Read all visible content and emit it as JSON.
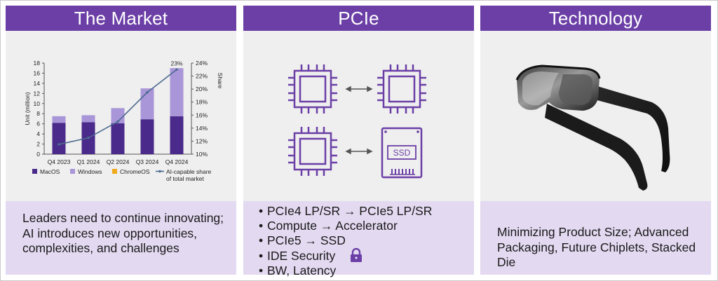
{
  "panels": {
    "market": {
      "title": "The Market",
      "description": "Leaders need to continue innovating; AI introduces new opportunities, complexities, and challenges"
    },
    "pcie": {
      "title": "PCIe",
      "ssd_label": "SSD",
      "bullets": [
        "PCIe4 LP/SR → PCIe5 LP/SR",
        "Compute → Accelerator",
        "PCIe5 → SSD",
        "IDE Security",
        "BW, Latency"
      ],
      "bullet_symbol": "•",
      "lock_icon": "lock-icon"
    },
    "technology": {
      "title": "Technology",
      "description": "Minimizing Product Size; Advanced Packaging, Future Chiplets, Stacked Die",
      "image": "ar-glasses-photo"
    }
  },
  "chart_data": {
    "type": "bar",
    "stacked": true,
    "categories": [
      "Q4 2023",
      "Q1 2024",
      "Q2 2024",
      "Q3 2024",
      "Q4 2024"
    ],
    "series": [
      {
        "name": "MacOS",
        "values": [
          6.2,
          6.3,
          6.1,
          6.9,
          7.5
        ],
        "color": "#4a2a8a"
      },
      {
        "name": "Windows",
        "values": [
          1.3,
          1.4,
          3.0,
          6.1,
          9.5
        ],
        "color": "#a996d8"
      },
      {
        "name": "ChromeOS",
        "values": [
          0,
          0,
          0,
          0,
          0
        ],
        "color": "#f0a81c"
      }
    ],
    "line": {
      "name": "AI-capable share of total market",
      "values": [
        11.5,
        12.5,
        15,
        19.5,
        23
      ],
      "color": "#4d6a90"
    },
    "annotation": "23%",
    "ylabel": "Unit (million)",
    "y2label": "Share",
    "ylim": [
      0,
      18
    ],
    "y2lim": [
      10,
      24
    ],
    "yticks": [
      "0",
      "2",
      "4",
      "6",
      "8",
      "10",
      "12",
      "14",
      "16",
      "18"
    ],
    "y2ticks": [
      "10%",
      "12%",
      "14%",
      "16%",
      "18%",
      "20%",
      "22%",
      "24%"
    ],
    "legend_labels": [
      "MacOS",
      "Windows",
      "ChromeOS",
      "AI-capable share",
      "of total market"
    ],
    "legend_position": "bottom",
    "grid": false
  }
}
